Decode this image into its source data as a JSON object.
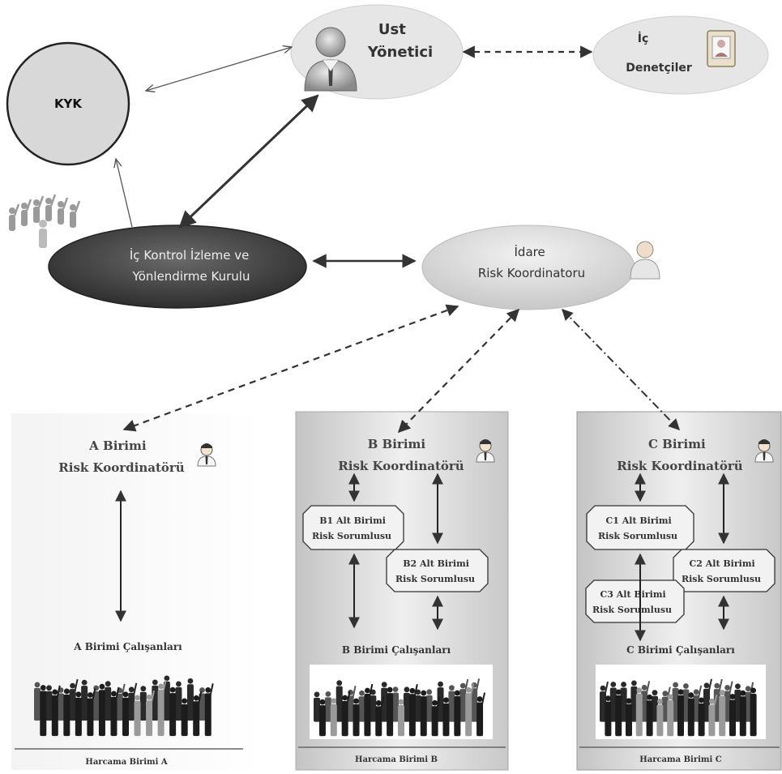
{
  "nodes": {
    "kyk": "KYK",
    "ust_yonetici": [
      "Ust",
      "Yönetici"
    ],
    "ic_denetciler": [
      "İç",
      "Denetçiler"
    ],
    "ic_kontrol": [
      "İç Kontrol İzleme ve",
      "Yönlendirme Kurulu"
    ],
    "idare_risk": [
      "İdare",
      "Risk Koordinatoru"
    ]
  },
  "units": [
    {
      "key": "a",
      "title": [
        "A Birimi",
        "Risk Koordinatörü"
      ],
      "sub": [],
      "employees": "A Birimi Çalışanları",
      "footer": "Harcama Birimi A"
    },
    {
      "key": "b",
      "title": [
        "B Birimi",
        "Risk Koordinatörü"
      ],
      "sub": [
        [
          "B1 Alt Birimi",
          "Risk Sorumlusu"
        ],
        [
          "B2 Alt Birimi",
          "Risk Sorumlusu"
        ]
      ],
      "employees": "B Birimi Çalışanları",
      "footer": "Harcama Birimi B"
    },
    {
      "key": "c",
      "title": [
        "C Birimi",
        "Risk Koordinatörü"
      ],
      "sub": [
        [
          "C1 Alt Birimi",
          "Risk Sorumlusu"
        ],
        [
          "C2 Alt Birimi",
          "Risk Sorumlusu"
        ],
        [
          "C3 Alt Birimi",
          "Risk Sorumlusu"
        ]
      ],
      "employees": "C Birimi Çalışanları",
      "footer": "Harcama Birimi C"
    }
  ],
  "colors": {
    "kyk_fill": "#d8d8d8",
    "dark_ellipse": "#4a4a4a",
    "light_ellipse": "#e2e2e2",
    "panel_gray": "#d0d0d0",
    "arrow": "#333333"
  }
}
